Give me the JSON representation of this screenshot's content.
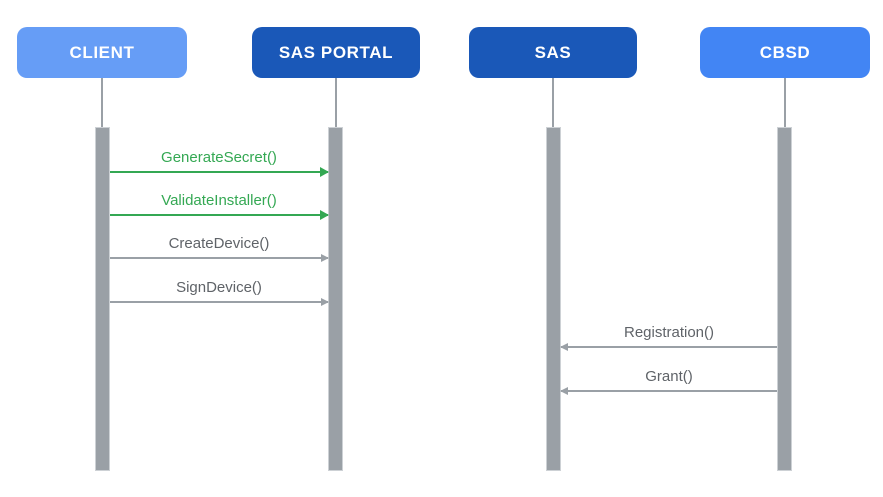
{
  "diagram": {
    "type": "sequence-diagram",
    "background": "#ffffff",
    "actors": [
      {
        "label": "CLIENT",
        "color": "#669DF6",
        "text_color": "#ffffff"
      },
      {
        "label": "SAS PORTAL",
        "color": "#1A58B8",
        "text_color": "#ffffff"
      },
      {
        "label": "SAS",
        "color": "#1A58B8",
        "text_color": "#ffffff"
      },
      {
        "label": "CBSD",
        "color": "#4285F4",
        "text_color": "#ffffff"
      }
    ],
    "lifeline_color": "#9AA0A6",
    "activation_bar_color": "#9AA0A6",
    "messages": [
      {
        "label": "GenerateSecret()",
        "from": "CLIENT",
        "to": "SAS PORTAL",
        "direction": "right",
        "color": "#34A853"
      },
      {
        "label": "ValidateInstaller()",
        "from": "CLIENT",
        "to": "SAS PORTAL",
        "direction": "right",
        "color": "#34A853"
      },
      {
        "label": "CreateDevice()",
        "from": "CLIENT",
        "to": "SAS PORTAL",
        "direction": "right",
        "color": "#9AA0A6",
        "label_color": "#5F6368"
      },
      {
        "label": "SignDevice()",
        "from": "CLIENT",
        "to": "SAS PORTAL",
        "direction": "right",
        "color": "#9AA0A6",
        "label_color": "#5F6368"
      },
      {
        "label": "Registration()",
        "from": "CBSD",
        "to": "SAS",
        "direction": "left",
        "color": "#9AA0A6",
        "label_color": "#5F6368"
      },
      {
        "label": "Grant()",
        "from": "CBSD",
        "to": "SAS",
        "direction": "left",
        "color": "#9AA0A6",
        "label_color": "#5F6368"
      }
    ]
  }
}
